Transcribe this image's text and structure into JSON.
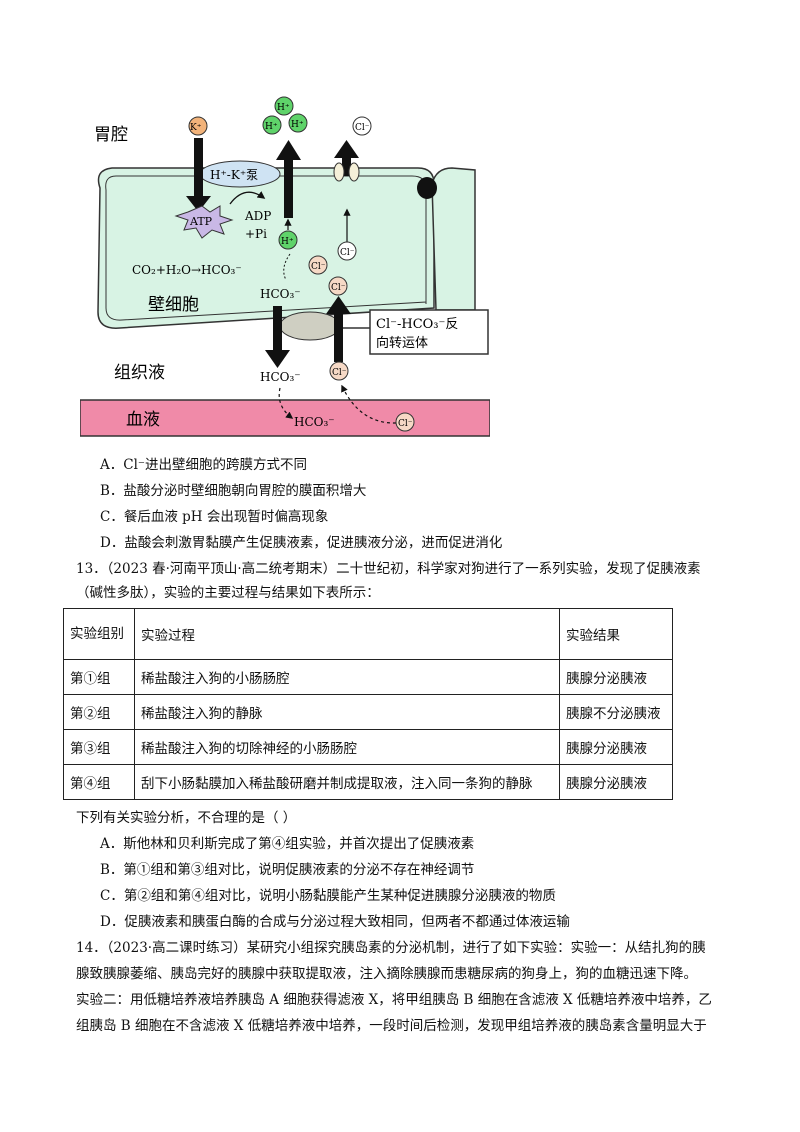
{
  "diagram": {
    "labels": {
      "gastric_cavity": "胃腔",
      "parietal_cell": "壁细胞",
      "tissue_fluid": "组织液",
      "blood": "血液",
      "pump": "H⁺-K⁺泵",
      "atp": "ATP",
      "adp": "ADP",
      "pi": "+Pi",
      "reaction": "CO₂+H₂O→HCO₃⁻",
      "hco3_cell": "HCO₃⁻",
      "hco3_tissue": "HCO₃⁻",
      "hco3_blood": "HCO₃⁻",
      "antiporter_line1": "Cl⁻-HCO₃⁻反",
      "antiporter_line2": "向转运体"
    },
    "ions": {
      "k": "K⁺",
      "h": "H⁺",
      "cl": "Cl⁻"
    },
    "colors": {
      "cell_fill": "#d8f3e4",
      "blood_fill": "#f08aa8",
      "k_ion": "#f2b37a",
      "h_ion": "#5fd36a",
      "cl_ion": "#f6d9c6",
      "pump_fill": "#cfe3f3",
      "atp_fill": "#c9b8e6"
    }
  },
  "q12_options": [
    "A．Cl⁻进出壁细胞的跨膜方式不同",
    "B．盐酸分泌时壁细胞朝向胃腔的膜面积增大",
    "C．餐后血液 pH 会出现暂时偏高现象",
    "D．盐酸会刺激胃黏膜产生促胰液素，促进胰液分泌，进而促进消化"
  ],
  "q13": {
    "stem_line1": "13．（2023 春·河南平顶山·高二统考期末）二十世纪初，科学家对狗进行了一系列实验，发现了促胰液素",
    "stem_line2": "（碱性多肽），实验的主要过程与结果如下表所示：",
    "table": {
      "headers": [
        "实验组别",
        "实验过程",
        "实验结果"
      ],
      "rows": [
        [
          "第①组",
          "稀盐酸注入狗的小肠肠腔",
          "胰腺分泌胰液"
        ],
        [
          "第②组",
          "稀盐酸注入狗的静脉",
          "胰腺不分泌胰液"
        ],
        [
          "第③组",
          "稀盐酸注入狗的切除神经的小肠肠腔",
          "胰腺分泌胰液"
        ],
        [
          "第④组",
          "刮下小肠黏膜加入稀盐酸研磨并制成提取液，注入同一条狗的静脉",
          "胰腺分泌胰液"
        ]
      ]
    },
    "prompt": "下列有关实验分析，不合理的是（        ）",
    "options": [
      "A．斯他林和贝利斯完成了第④组实验，并首次提出了促胰液素",
      "B．第①组和第③组对比，说明促胰液素的分泌不存在神经调节",
      "C．第②组和第④组对比，说明小肠黏膜能产生某种促进胰腺分泌胰液的物质",
      "D．促胰液素和胰蛋白酶的合成与分泌过程大致相同，但两者不都通过体液运输"
    ]
  },
  "q14": {
    "lines": [
      "14．（2023·高二课时练习）某研究小组探究胰岛素的分泌机制，进行了如下实验：实验一：从结扎狗的胰",
      "腺致胰腺萎缩、胰岛完好的胰腺中获取提取液，注入摘除胰腺而患糖尿病的狗身上，狗的血糖迅速下降。",
      "实验二：用低糖培养液培养胰岛 A 细胞获得滤液 X，将甲组胰岛 B 细胞在含滤液 X 低糖培养液中培养，乙",
      "组胰岛 B 细胞在不含滤液 X 低糖培养液中培养，一段时间后检测，发现甲组培养液的胰岛素含量明显大于"
    ]
  }
}
